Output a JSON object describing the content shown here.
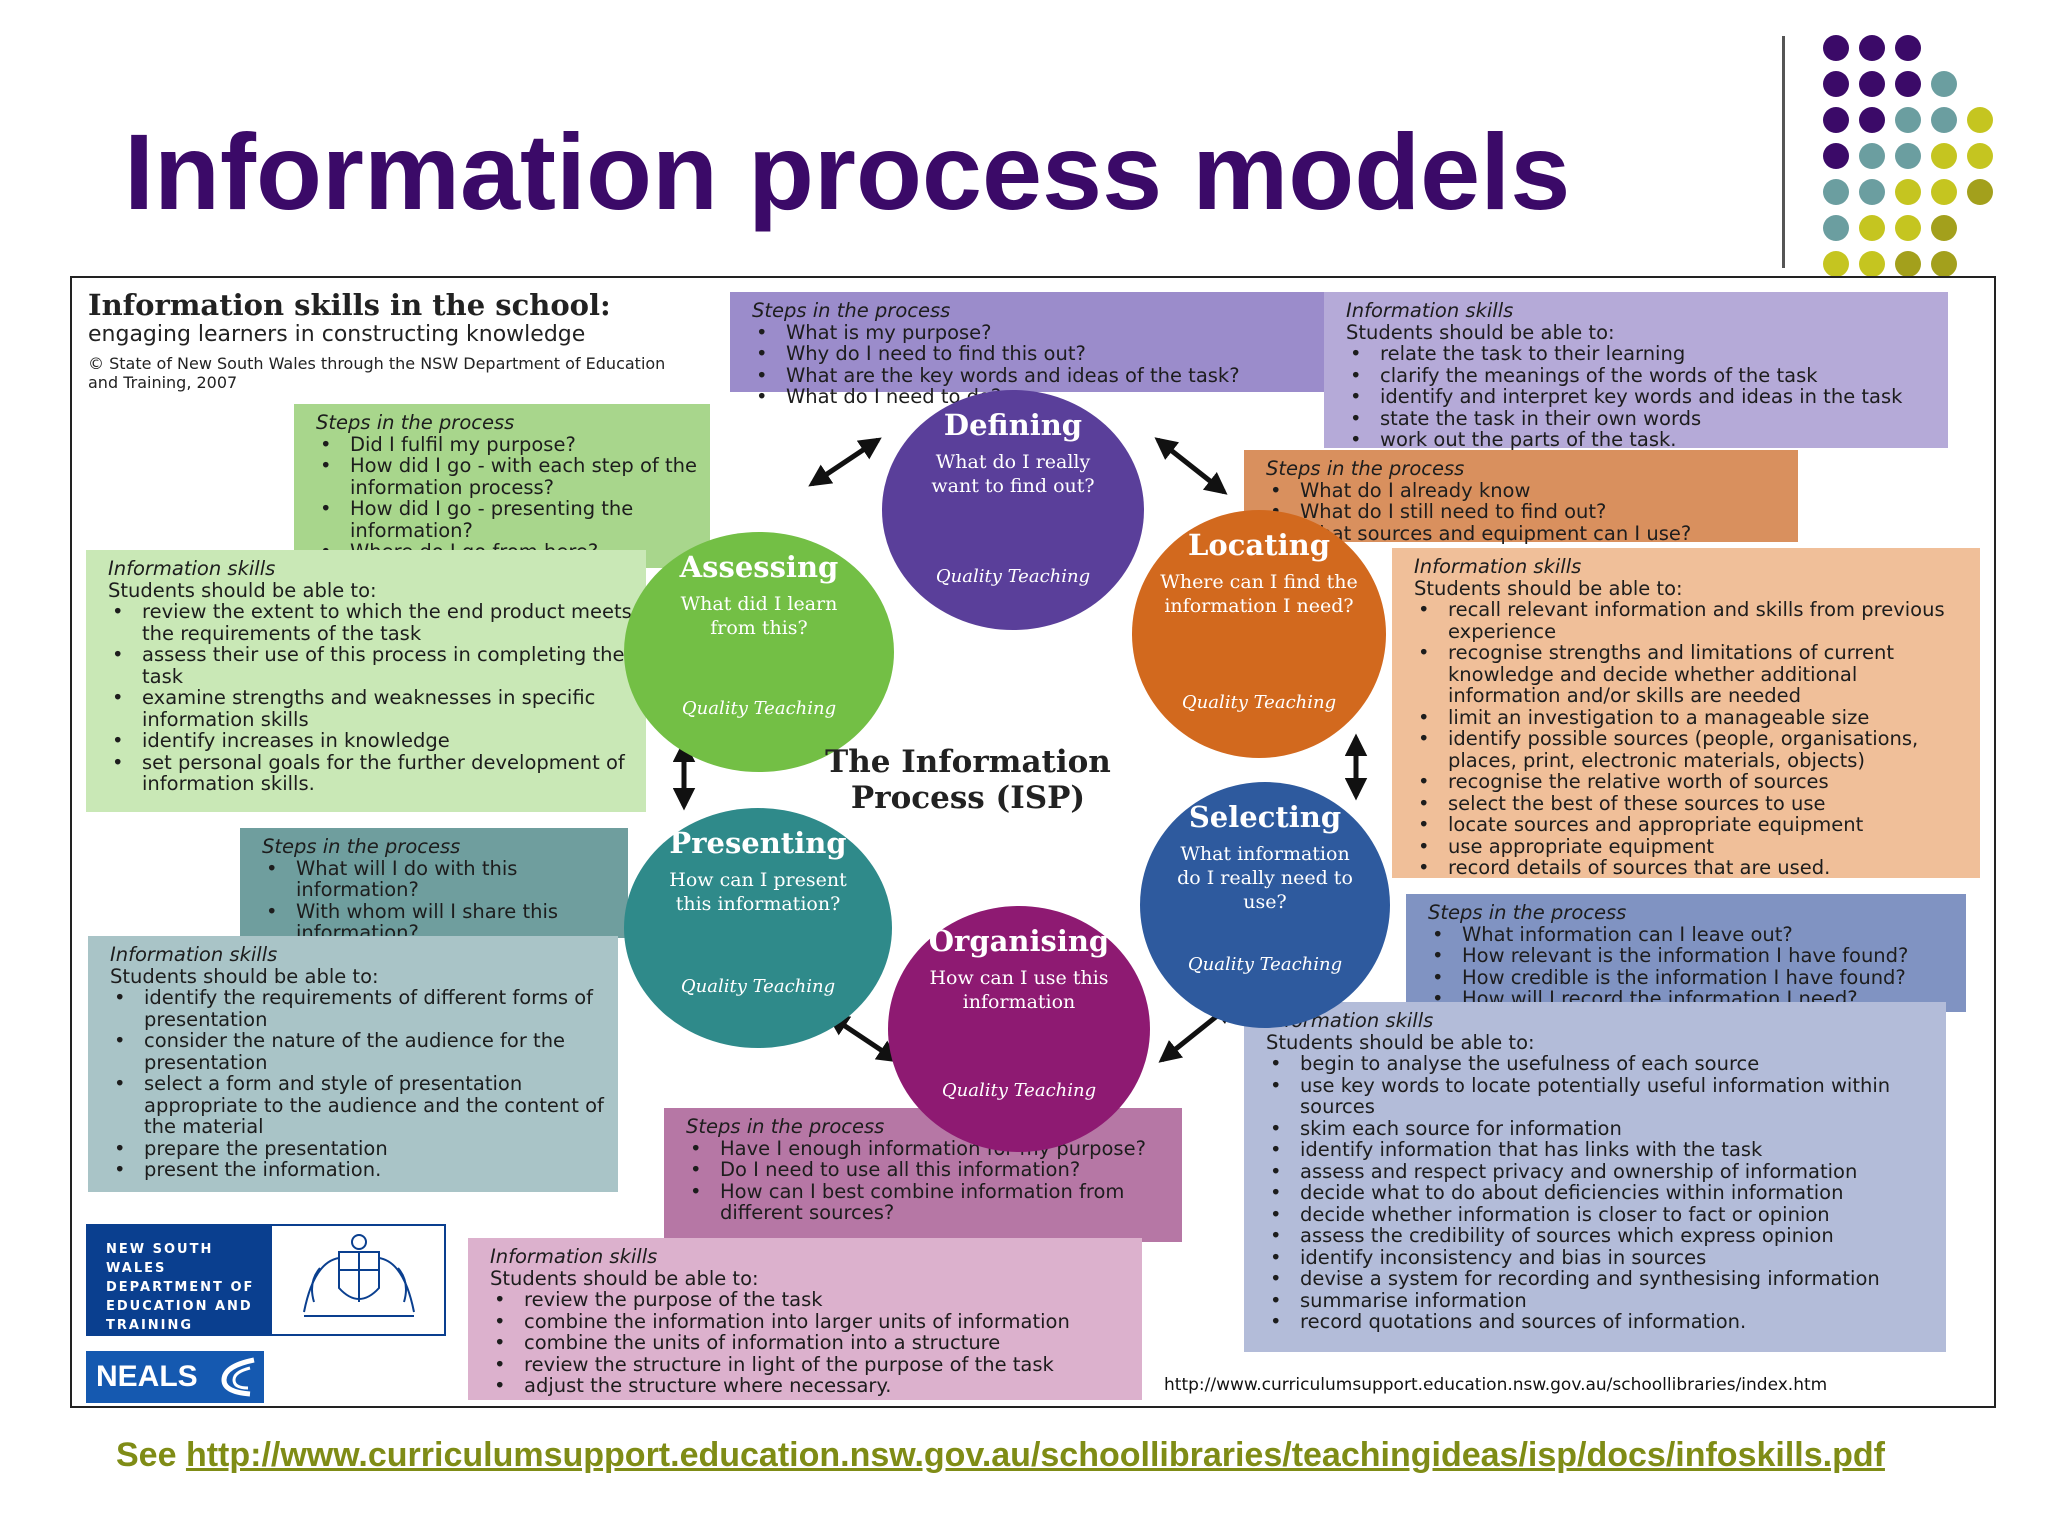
{
  "slide": {
    "title": "Information process models",
    "footer_prefix": "See",
    "footer_link": "http://www.curriculumsupport.education.nsw.gov.au/schoollibraries/teachingideas/isp/docs/infoskills.pdf"
  },
  "poster": {
    "title": "Information skills in the school:",
    "subtitle": "engaging learners in constructing knowledge",
    "copyright": "©   State of New South Wales through the NSW Department of Education and Training, 2007",
    "center_label": "The Information Process (ISP)",
    "url": "http://www.curriculumsupport.education.nsw.gov.au/schoollibraries/index.htm",
    "logo_dept_text": "NEW SOUTH WALES DEPARTMENT OF EDUCATION AND TRAINING",
    "logo_neals_text": "NEALS",
    "circle_tag": "Quality Teaching"
  },
  "circles": {
    "defining": {
      "name": "Defining",
      "question": "What do I really want to find out?",
      "color": "#5a3f9a"
    },
    "locating": {
      "name": "Locating",
      "question": "Where can I find the information I need?",
      "color": "#d2691e"
    },
    "selecting": {
      "name": "Selecting",
      "question": "What information do I really need to use?",
      "color": "#2e5a9e"
    },
    "organising": {
      "name": "Organising",
      "question": "How can I use this information",
      "color": "#8e1a72"
    },
    "presenting": {
      "name": "Presenting",
      "question": "How can I present this information?",
      "color": "#2f8a8a"
    },
    "assessing": {
      "name": "Assessing",
      "question": "What did I learn from this?",
      "color": "#73bf45"
    }
  },
  "boxes": {
    "defining_steps": {
      "heading": "Steps in the process",
      "items": [
        "What is my purpose?",
        "Why do I need to find this out?",
        "What are the key words and ideas of the task?",
        "What do I need to do?"
      ]
    },
    "defining_skills": {
      "heading": "Information skills",
      "intro": "Students should be able to:",
      "items": [
        "relate the task to their learning",
        "clarify the meanings of the words of the task",
        "identify and interpret key words and ideas in the task",
        "state the task in their own words",
        "work out the parts of the task."
      ]
    },
    "locating_steps": {
      "heading": "Steps in the process",
      "items": [
        "What do I already know",
        "What do I still need to find out?",
        "What sources and equipment can I use?"
      ]
    },
    "locating_skills": {
      "heading": "Information skills",
      "intro": "Students should be able to:",
      "items": [
        "recall relevant information and skills from previous experience",
        "recognise strengths and limitations of current knowledge and decide whether additional information and/or skills are needed",
        "limit an investigation to a manageable size",
        "identify possible sources (people, organisations, places, print, electronic materials, objects)",
        "recognise the relative worth of sources",
        "select the best of these sources to use",
        "locate sources and appropriate equipment",
        "use appropriate equipment",
        "record details of sources that are used."
      ]
    },
    "selecting_steps": {
      "heading": "Steps in the process",
      "items": [
        "What information can I leave out?",
        "How relevant is the information I have found?",
        "How credible is the information I have found?",
        "How will I record the information I need?"
      ]
    },
    "selecting_skills": {
      "heading": "Information skills",
      "intro": "Students should be able to:",
      "items": [
        "begin to analyse the usefulness of each source",
        "use key words to locate potentially useful information within sources",
        "skim each source for information",
        "identify information that has links with the task",
        "assess and respect privacy and ownership of information",
        "decide what to do about deficiencies within information",
        "decide whether information is closer to fact or opinion",
        "assess the credibility of sources which express opinion",
        "identify inconsistency and bias in sources",
        "devise a system for recording and synthesising information",
        "summarise information",
        "record quotations and sources of information."
      ]
    },
    "organising_steps": {
      "heading": "Steps in the process",
      "items": [
        "Have I enough information for my purpose?",
        "Do I need to use all this information?",
        "How can I best combine information from different sources?"
      ]
    },
    "organising_skills": {
      "heading": "Information skills",
      "intro": "Students should be able to:",
      "items": [
        "review the purpose of the task",
        "combine the information into larger units of information",
        "combine the units of information into a structure",
        "review the structure in light of the purpose of the task",
        "adjust the structure where necessary."
      ]
    },
    "presenting_steps": {
      "heading": "Steps in the process",
      "items": [
        "What will I do with this information?",
        "With whom will I share this information?"
      ]
    },
    "presenting_skills": {
      "heading": "Information skills",
      "intro": "Students should be able to:",
      "items": [
        "identify the requirements of different forms of presentation",
        "consider the nature of the audience for the presentation",
        "select a form and style of presentation appropriate to the audience and the content of the material",
        "prepare the presentation",
        "present the information."
      ]
    },
    "assessing_steps": {
      "heading": "Steps in the process",
      "items": [
        "Did I fulfil my purpose?",
        "How did I go - with each step of the information process?",
        "How did I go - presenting the information?",
        "Where do I go from here?"
      ]
    },
    "assessing_skills": {
      "heading": "Information skills",
      "intro": "Students should be able to:",
      "items": [
        "review the extent to which the end product meets the requirements of the task",
        "assess their use of this process in completing the task",
        "examine strengths and weaknesses in specific information skills",
        "identify increases in knowledge",
        "set personal goals for the further development of information skills."
      ]
    }
  },
  "colors": {
    "title": "#3b0a68",
    "footer": "#7f8c16",
    "dot_purple": "#3b0a68",
    "dot_teal": "#6b9ea0",
    "dot_lime": "#c5c520",
    "dot_olive": "#a3a01c"
  }
}
